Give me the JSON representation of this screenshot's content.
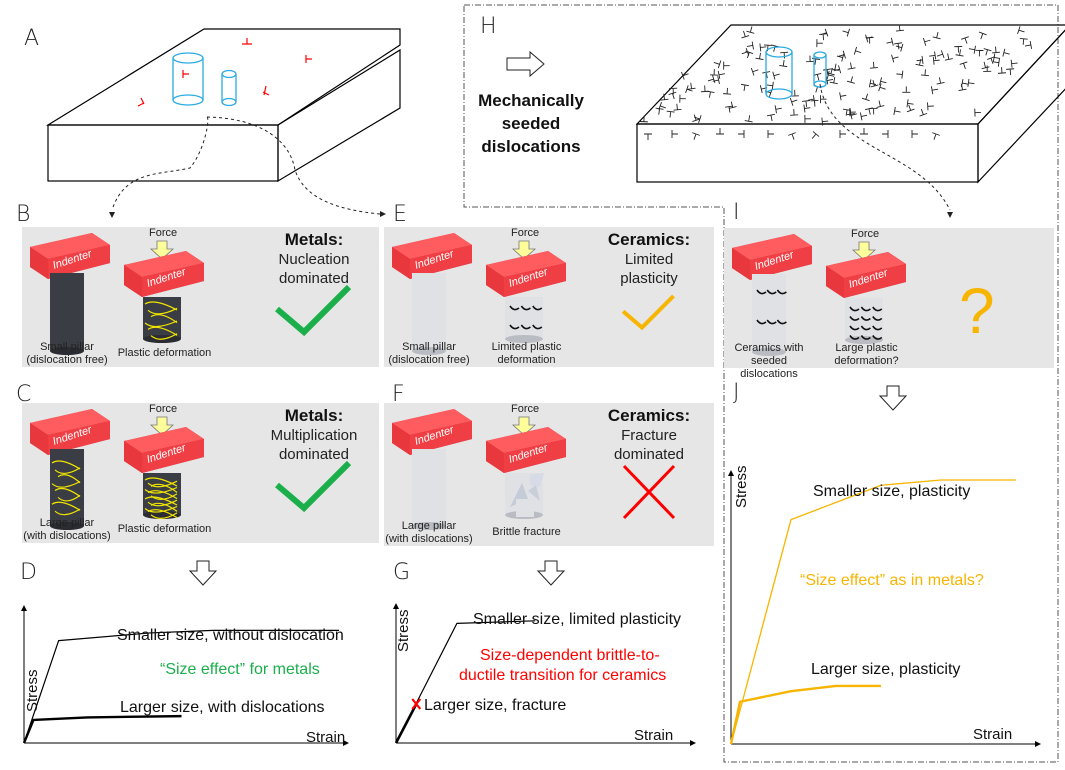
{
  "labels": {
    "A": "A",
    "B": "B",
    "C": "C",
    "D": "D",
    "E": "E",
    "F": "F",
    "G": "G",
    "H": "H",
    "I": "I",
    "J": "J"
  },
  "h_text": [
    "Mechanically",
    "seeded",
    "dislocations"
  ],
  "indenter_text": "Indenter",
  "force_text": "Force",
  "panel_B": {
    "cap1": [
      "Small pillar",
      "(dislocation free)"
    ],
    "cap2": "Plastic deformation",
    "title": "Metals:",
    "sub": [
      "Nucleation",
      "dominated"
    ],
    "mark": "check",
    "mark_color": "#1aaf4b"
  },
  "panel_C": {
    "cap1": [
      "Large pillar",
      "(with dislocations)"
    ],
    "cap2": "Plastic deformation",
    "title": "Metals:",
    "sub": [
      "Multiplication",
      "dominated"
    ],
    "mark": "check",
    "mark_color": "#1aaf4b"
  },
  "panel_E": {
    "cap1": [
      "Small pillar",
      "(dislocation free)"
    ],
    "cap2": [
      "Limited plastic",
      "deformation"
    ],
    "title": "Ceramics:",
    "sub": [
      "Limited",
      "plasticity"
    ],
    "mark": "check",
    "mark_color": "#f7b500"
  },
  "panel_F": {
    "cap1": [
      "Large pillar",
      "(with dislocations)"
    ],
    "cap2": "Brittle fracture",
    "title": "Ceramics:",
    "sub": [
      "Fracture",
      "dominated"
    ],
    "mark": "cross",
    "mark_color": "#ff0000"
  },
  "panel_I": {
    "cap1": [
      "Ceramics with",
      "seeded dislocations"
    ],
    "cap2": [
      "Large plastic",
      "deformation?"
    ],
    "mark": "?",
    "mark_color": "#f7b500"
  },
  "colors": {
    "panel_bg": "#e6e6e6",
    "indenter": "#e8383d",
    "metal_pillar": "#3a3d44",
    "ceramic_pillar": "#e2e4e8",
    "dislocation_metal": "#f2e600",
    "dislocation_red": "#ff0000",
    "pillar_outline": "#29abe2",
    "green": "#1aaf4b",
    "yellow": "#f7b500",
    "red": "#ff0000"
  },
  "chart_data": [
    {
      "type": "line",
      "panel": "D",
      "xlabel": "Strain",
      "ylabel": "Stress",
      "series": [
        {
          "name": "Smaller size, without dislocation",
          "color": "#000000",
          "points": [
            [
              0,
              0
            ],
            [
              0.11,
              0.8
            ],
            [
              0.4,
              0.86
            ],
            [
              0.6,
              0.88
            ],
            [
              1.0,
              0.88
            ]
          ]
        },
        {
          "name": "Larger size, with dislocations",
          "color": "#000000",
          "points": [
            [
              0,
              0
            ],
            [
              0.03,
              0.18
            ],
            [
              0.2,
              0.2
            ],
            [
              0.5,
              0.21
            ]
          ]
        }
      ],
      "annotations": [
        {
          "text": "“Size effect” for metals",
          "color": "#1aaf4b"
        }
      ]
    },
    {
      "type": "line",
      "panel": "G",
      "xlabel": "Strain",
      "ylabel": "Stress",
      "series": [
        {
          "name": "Smaller size, limited plasticity",
          "color": "#000000",
          "points": [
            [
              0,
              0
            ],
            [
              0.21,
              0.92
            ],
            [
              0.48,
              0.94
            ]
          ]
        },
        {
          "name": "Larger size, fracture",
          "color": "#000000",
          "points": [
            [
              0,
              0
            ],
            [
              0.07,
              0.3
            ]
          ],
          "end_marker": "x",
          "end_marker_color": "#ff0000"
        }
      ],
      "annotations": [
        {
          "text": "Size-dependent brittle-to-",
          "color": "#ff0000"
        },
        {
          "text": "ductile transition for ceramics",
          "color": "#ff0000"
        }
      ]
    },
    {
      "type": "line",
      "panel": "J",
      "xlabel": "Strain",
      "ylabel": "Stress",
      "series": [
        {
          "name": "Smaller size, plasticity",
          "color": "#f7b500",
          "points": [
            [
              0,
              0
            ],
            [
              0.2,
              0.85
            ],
            [
              0.5,
              0.98
            ],
            [
              0.7,
              1.0
            ],
            [
              0.95,
              1.0
            ]
          ]
        },
        {
          "name": "Larger size, plasticity",
          "color": "#f7b500",
          "points": [
            [
              0,
              0
            ],
            [
              0.03,
              0.16
            ],
            [
              0.2,
              0.2
            ],
            [
              0.35,
              0.22
            ],
            [
              0.5,
              0.22
            ]
          ]
        }
      ],
      "annotations": [
        {
          "text": "“Size effect” as in metals?",
          "color": "#f7b500"
        }
      ]
    }
  ]
}
